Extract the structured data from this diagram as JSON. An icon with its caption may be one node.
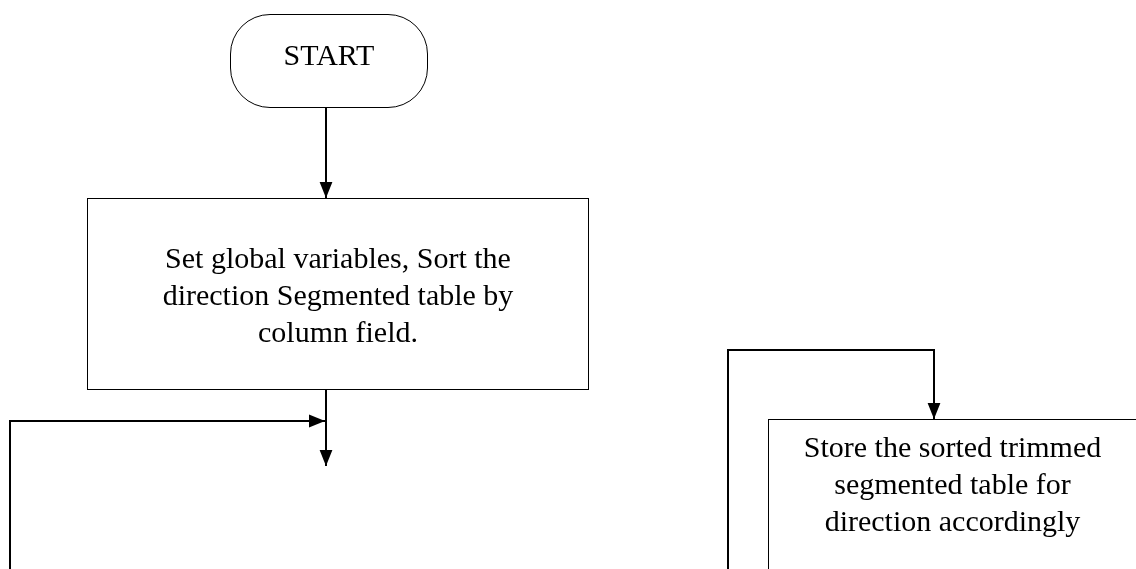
{
  "diagram": {
    "nodes": [
      {
        "text": [
          "START"
        ]
      },
      {
        "text": [
          "Set global variables, Sort the direction Segmented table by column field."
        ]
      },
      {
        "text": [
          "Store the sorted trimmed segmented table for direction accordingly"
        ]
      }
    ],
    "edges": [
      {
        "from": 0,
        "to": 1,
        "arrow": "to"
      },
      {
        "from": 1,
        "to": null,
        "arrow": "to"
      },
      {
        "from": null,
        "to": 2,
        "arrow": "to"
      }
    ]
  }
}
